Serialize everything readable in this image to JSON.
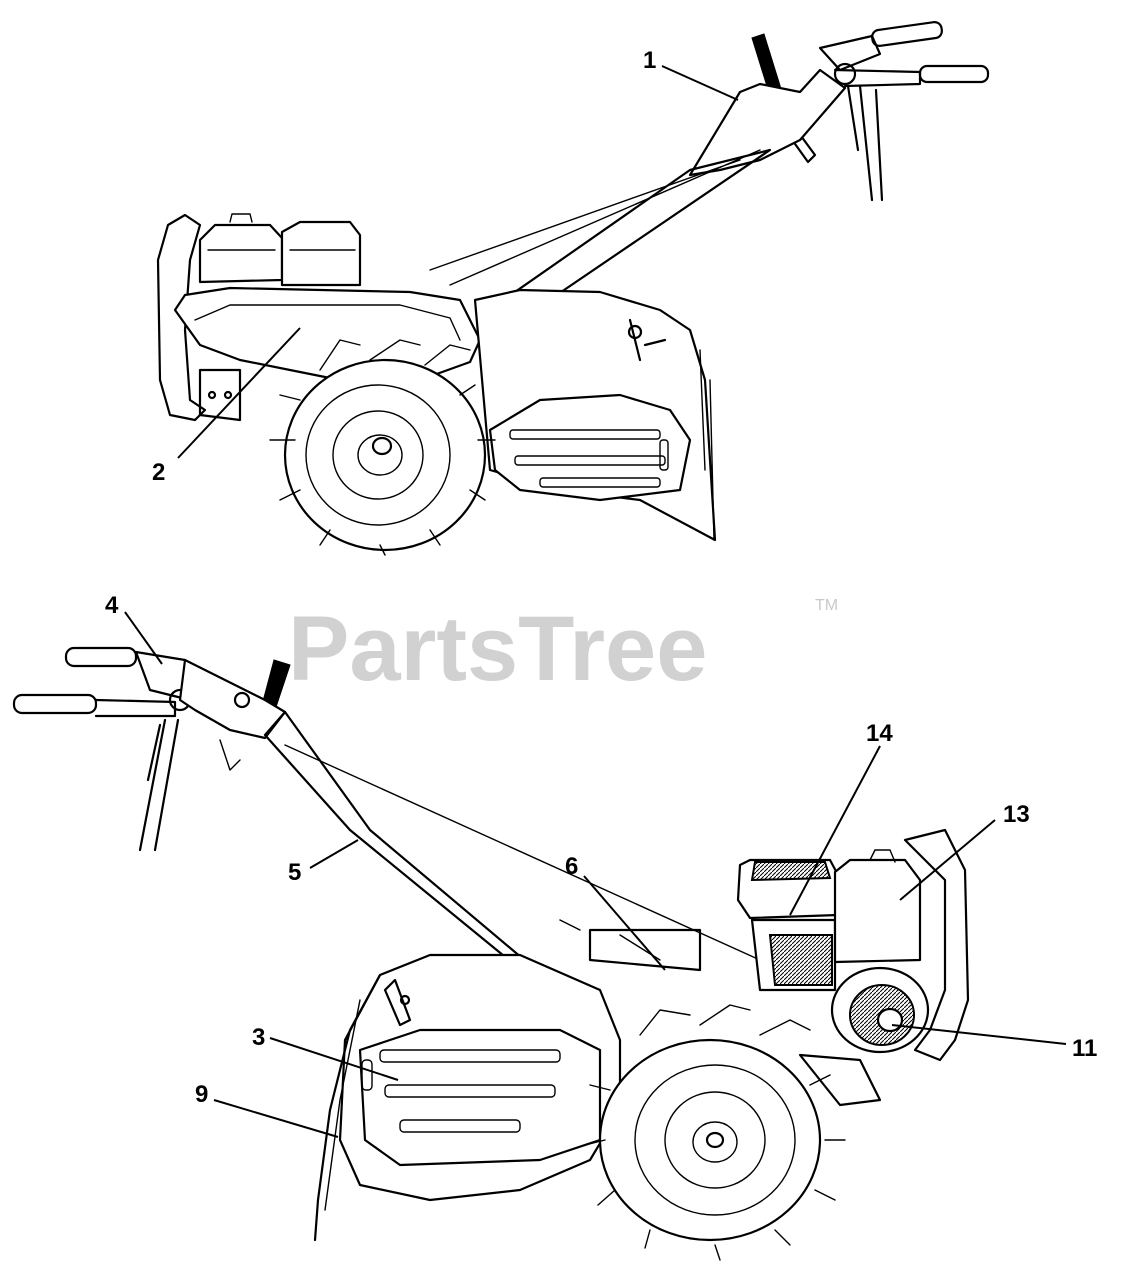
{
  "watermark": {
    "text": "PartsTree",
    "tm": "TM"
  },
  "callouts": {
    "c1": "1",
    "c2": "2",
    "c3": "3",
    "c4": "4",
    "c5": "5",
    "c6": "6",
    "c9": "9",
    "c11": "11",
    "c13": "13",
    "c14": "14"
  }
}
